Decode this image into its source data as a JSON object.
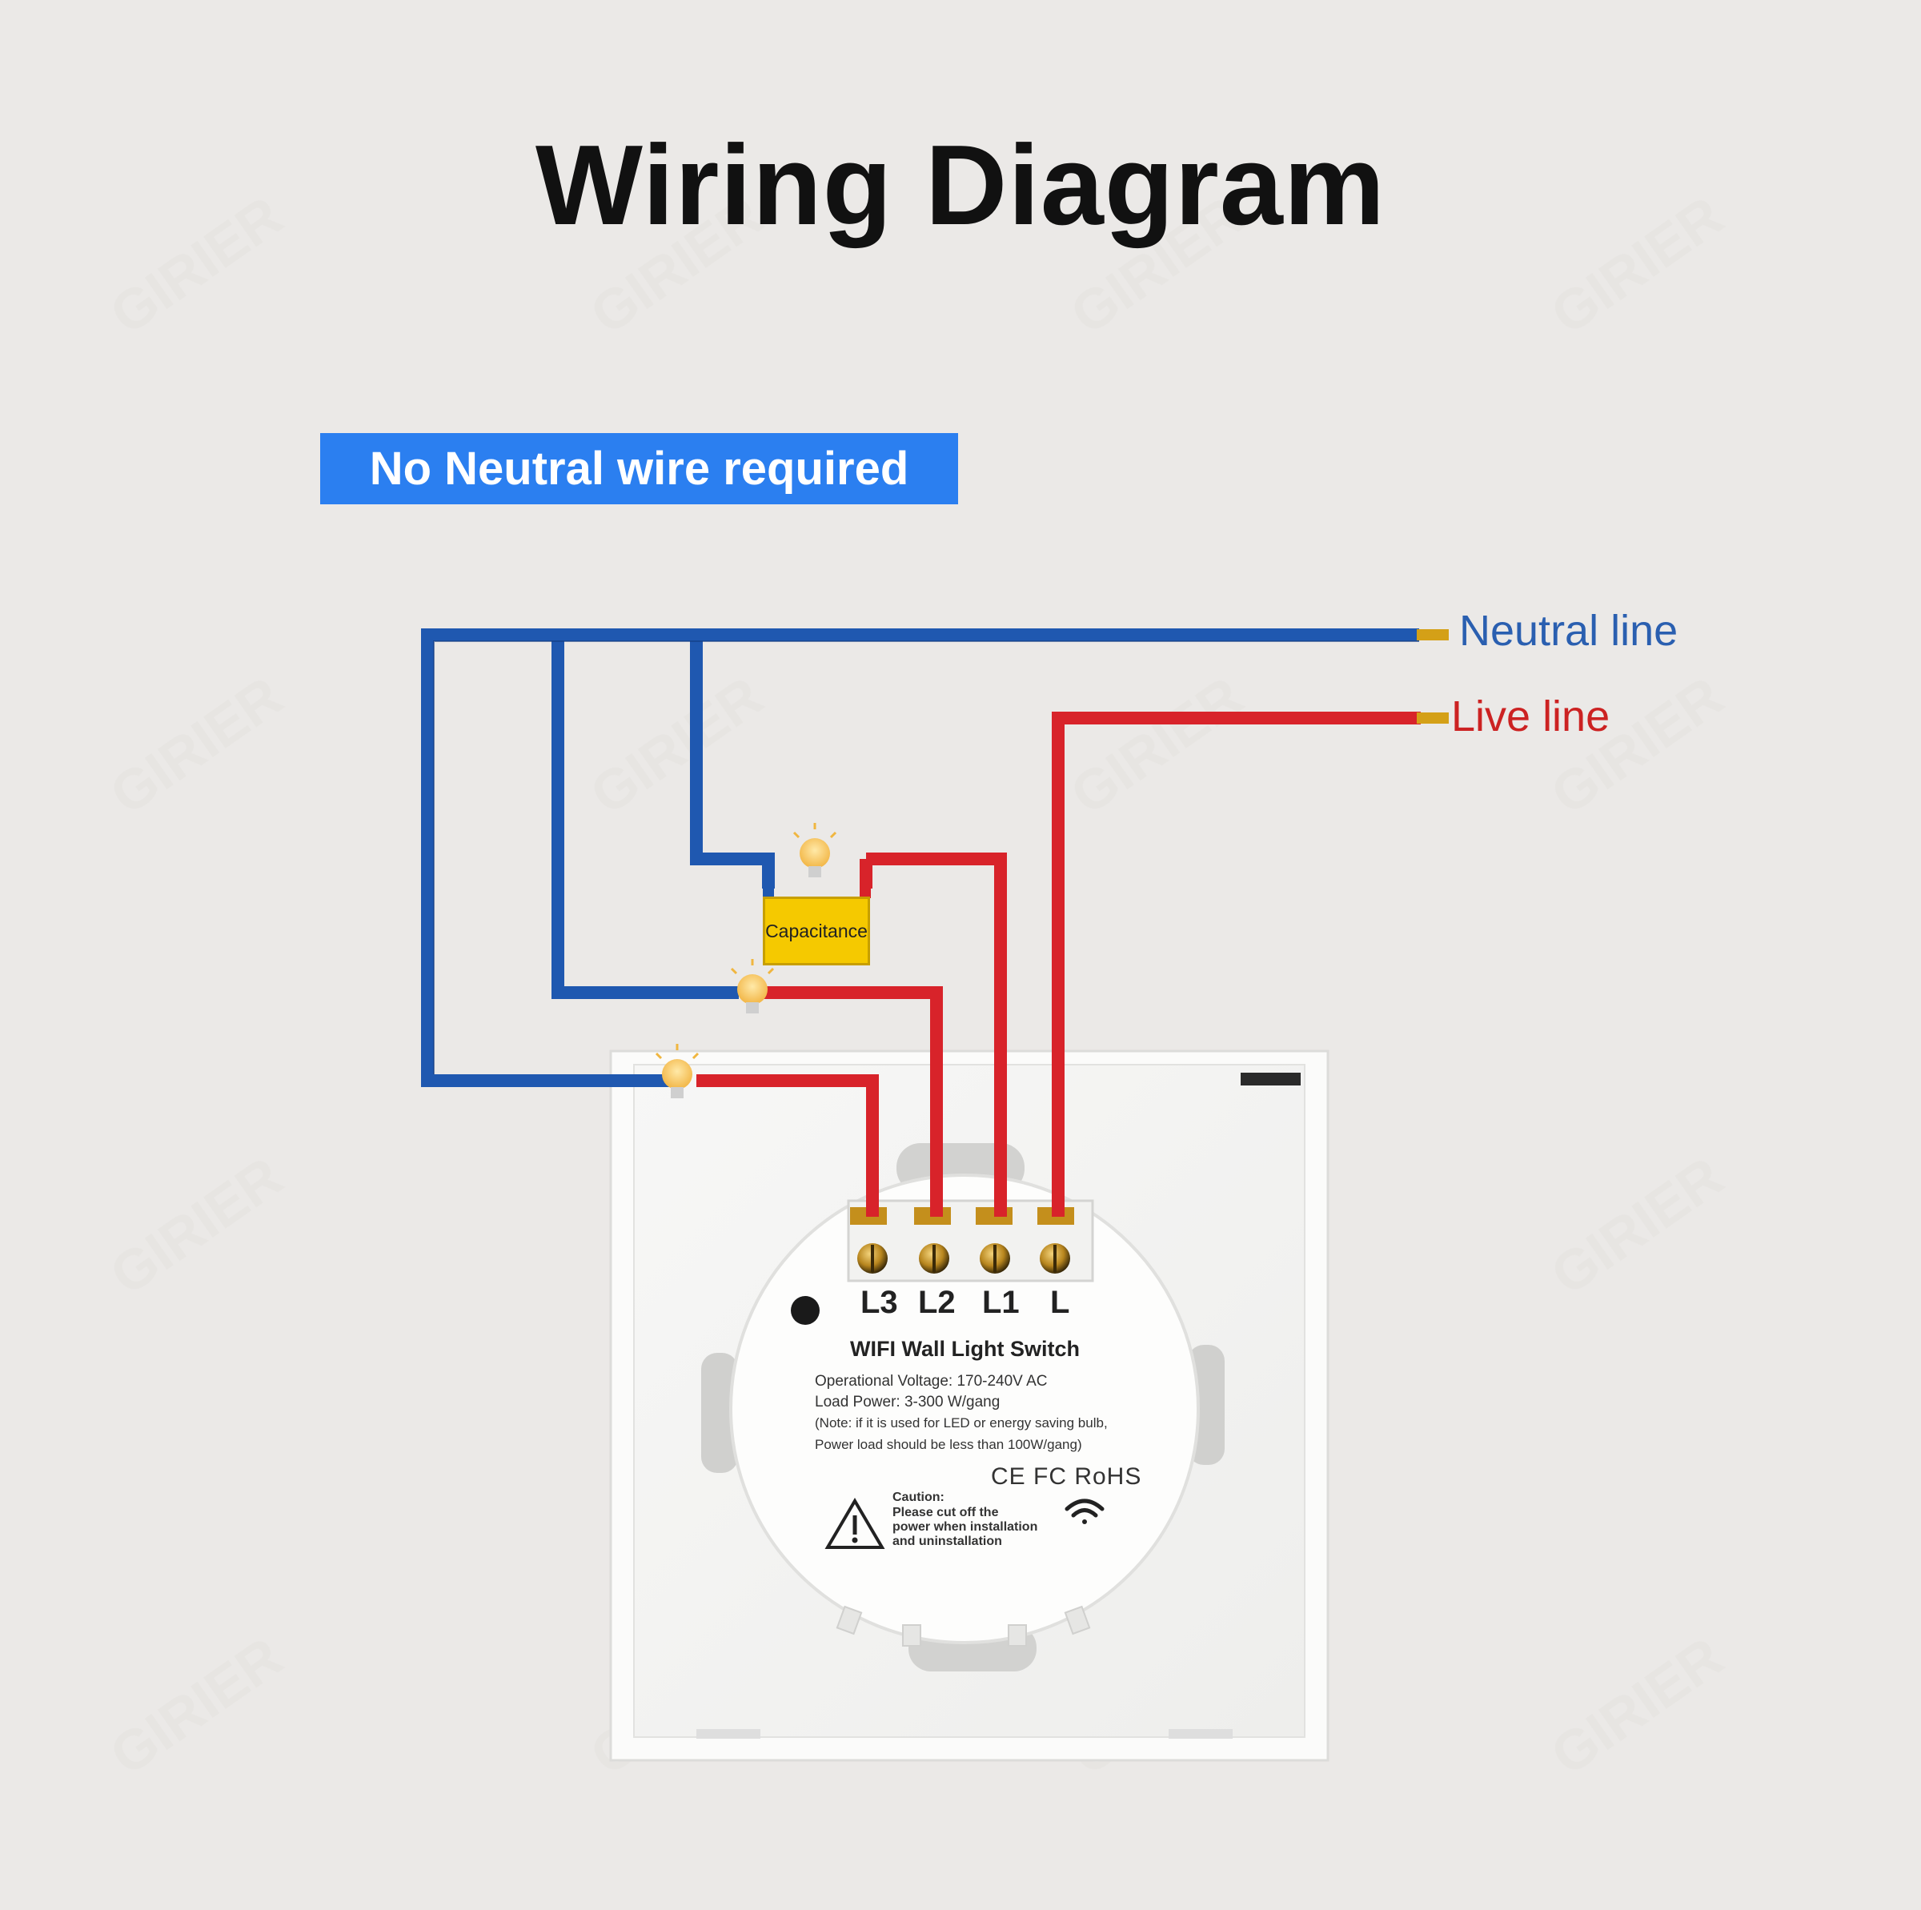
{
  "title": "Wiring Diagram",
  "badge": "No Neutral wire required",
  "wires": {
    "neutral_label": "Neutral line",
    "live_label": "Live line"
  },
  "capacitor_label": "Capacitance",
  "terminals": [
    "L3",
    "L2",
    "L1",
    "L"
  ],
  "device": {
    "name": "WIFI Wall Light Switch",
    "specs": [
      "Operational Voltage: 170-240V AC",
      "Load Power: 3-300 W/gang",
      "(Note: if it is used for LED or energy saving bulb,",
      "Power load should be less than 100W/gang)"
    ],
    "certifications": "CE FC RoHS",
    "caution": [
      "Caution:",
      "Please cut off the",
      "power when installation",
      "and uninstallation"
    ]
  },
  "watermark": "GIRIER",
  "colors": {
    "neutral_wire": "#1f58b0",
    "live_wire": "#d8232a",
    "badge": "#2b7ff0",
    "capacitor": "#f5c900"
  }
}
